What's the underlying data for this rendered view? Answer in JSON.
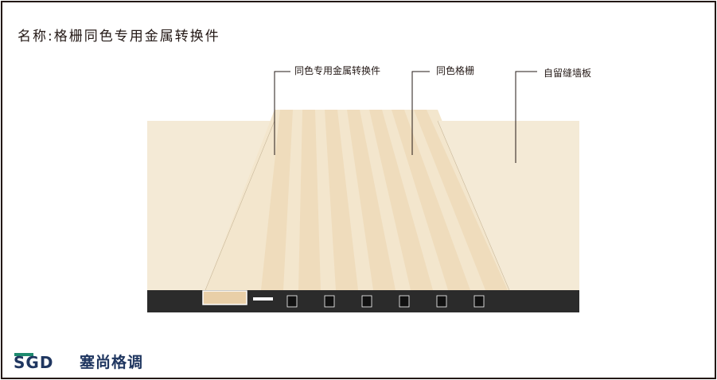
{
  "title": "名称:格栅同色专用金属转换件",
  "callouts": [
    {
      "id": "converter",
      "text": "同色专用金属转换件"
    },
    {
      "id": "grille",
      "text": "同色格栅"
    },
    {
      "id": "wallboard",
      "text": "自留缝墙板"
    }
  ],
  "brand": {
    "logo": "SGD",
    "name": "塞尚格调"
  },
  "colors": {
    "panel": "#f4ead6",
    "rib": "#efdcbc",
    "base": "#2b2b2b",
    "brand": "#1f3660",
    "brand_accent": "#1e8a6e"
  }
}
